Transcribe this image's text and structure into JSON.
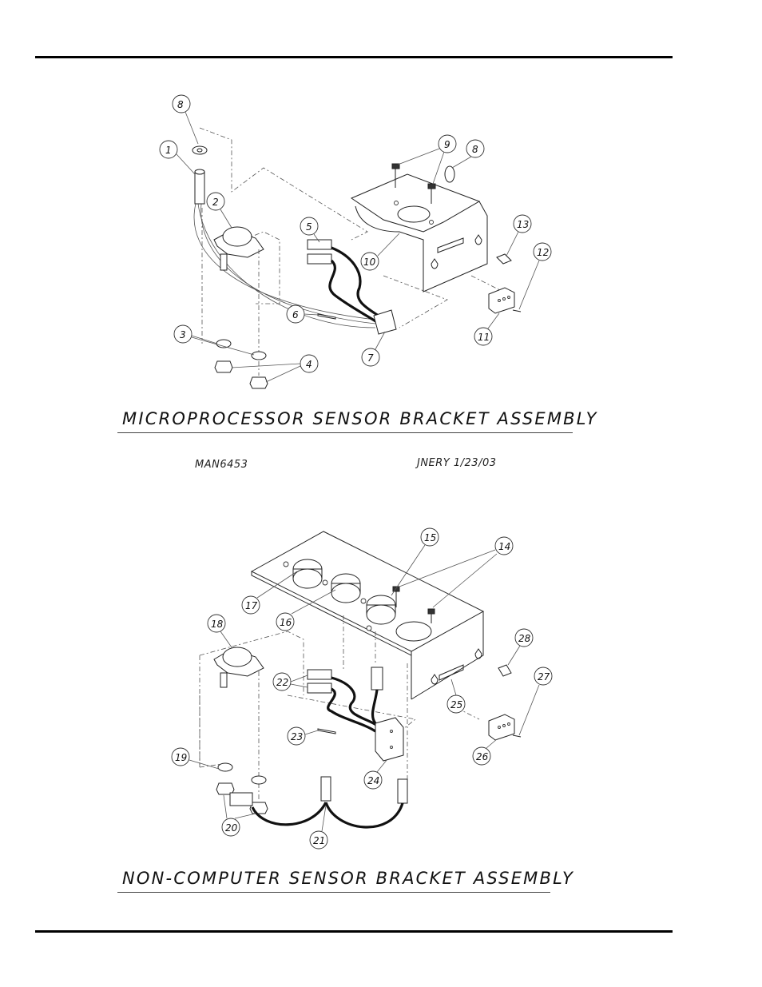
{
  "header": {
    "rule": "top"
  },
  "diagram_top": {
    "title": "MICROPROCESSOR SENSOR BRACKET ASSEMBLY",
    "drawing_number": "MAN6453",
    "drafter_date": "JNERY 1/23/03",
    "callouts": [
      "1",
      "2",
      "3",
      "4",
      "5",
      "6",
      "7",
      "8",
      "8",
      "9",
      "10",
      "11",
      "12",
      "13"
    ]
  },
  "diagram_bottom": {
    "title": "NON-COMPUTER SENSOR BRACKET ASSEMBLY",
    "callouts": [
      "14",
      "15",
      "16",
      "17",
      "18",
      "19",
      "20",
      "21",
      "22",
      "23",
      "24",
      "25",
      "26",
      "27",
      "28"
    ]
  }
}
